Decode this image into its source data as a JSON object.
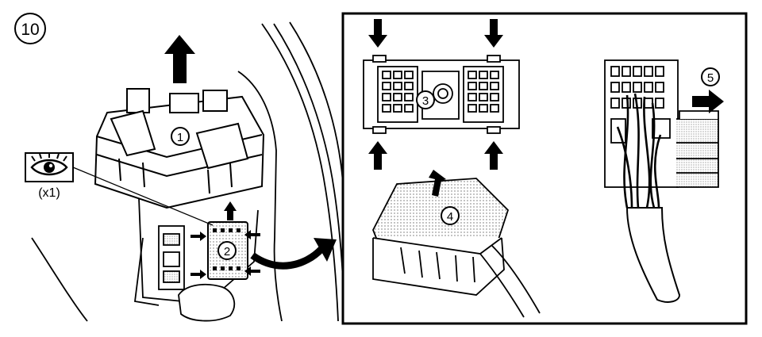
{
  "step": {
    "number": "10"
  },
  "callouts": {
    "c1": "1",
    "c2": "2",
    "c3": "3",
    "c4": "4",
    "c5": "5"
  },
  "inspect": {
    "multiplier": "(x1)",
    "icon": "eye-icon"
  },
  "colors": {
    "ink": "#000000",
    "paper": "#ffffff",
    "shade": "#d9d9d9"
  }
}
